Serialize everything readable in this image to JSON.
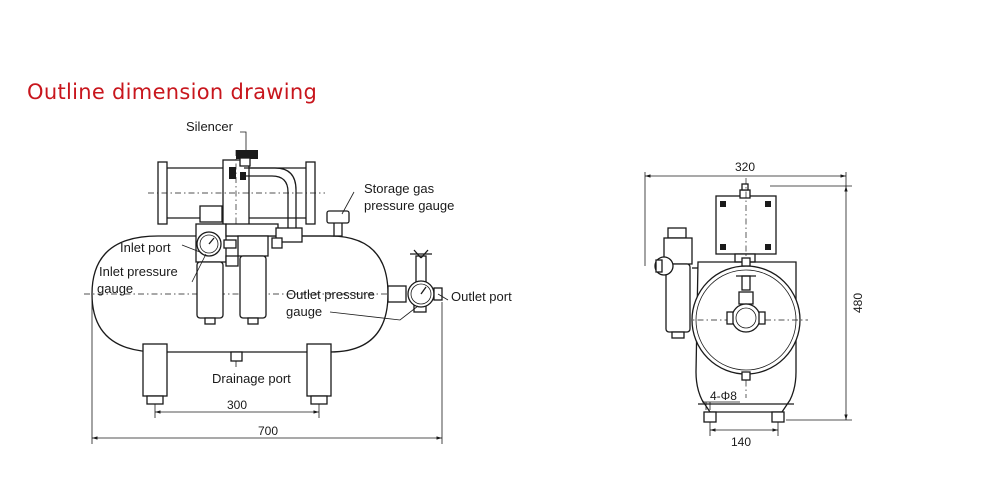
{
  "title": "Outline dimension drawing",
  "colors": {
    "title": "#c8161d",
    "line": "#1a1a1a",
    "background": "#ffffff"
  },
  "front_view": {
    "labels": {
      "silencer": "Silencer",
      "storage_gauge_line1": "Storage gas",
      "storage_gauge_line2": "pressure gauge",
      "inlet_port": "Inlet port",
      "inlet_gauge_line1": "Inlet pressure",
      "inlet_gauge_line2": "gauge",
      "outlet_gauge_line1": "Outlet pressure",
      "outlet_gauge_line2": "gauge",
      "outlet_port": "Outlet port",
      "drainage_port": "Drainage port"
    },
    "dimensions": {
      "foot_spacing": "300",
      "overall_length": "700"
    }
  },
  "side_view": {
    "dimensions": {
      "width": "320",
      "height": "480",
      "base_width": "140",
      "holes": "4-Φ8"
    }
  }
}
